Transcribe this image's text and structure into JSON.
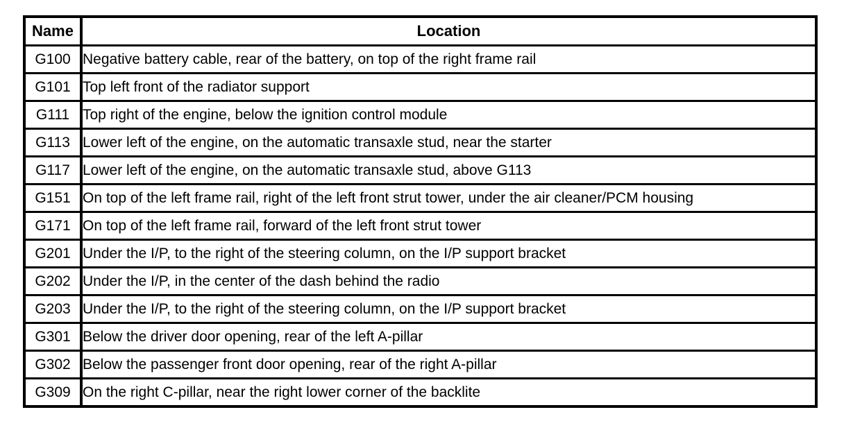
{
  "table": {
    "columns": [
      {
        "key": "name",
        "header": "Name",
        "align": "center"
      },
      {
        "key": "location",
        "header": "Location",
        "align": "center"
      }
    ],
    "rows": [
      {
        "name": "G100",
        "location": "Negative battery cable, rear of the battery, on top of the right frame rail"
      },
      {
        "name": "G101",
        "location": "Top left front of the radiator support"
      },
      {
        "name": "G111",
        "location": "Top right of the engine, below the ignition control module"
      },
      {
        "name": "G113",
        "location": "Lower left of the engine, on the automatic transaxle stud, near the starter"
      },
      {
        "name": "G117",
        "location": "Lower left of the engine, on the automatic transaxle stud, above G113"
      },
      {
        "name": "G151",
        "location": "On top of the left frame rail, right of the left front strut tower, under the air cleaner/PCM housing"
      },
      {
        "name": "G171",
        "location": "On top of the left frame rail, forward of the left front strut tower"
      },
      {
        "name": "G201",
        "location": "Under the I/P, to the right of the steering column, on the I/P support bracket"
      },
      {
        "name": "G202",
        "location": "Under the I/P, in the center of the dash behind the radio"
      },
      {
        "name": "G203",
        "location": "Under the I/P, to the right of the steering column, on the I/P support bracket"
      },
      {
        "name": "G301",
        "location": "Below the driver door opening, rear of the left A-pillar"
      },
      {
        "name": "G302",
        "location": "Below the passenger front door opening, rear of the right A-pillar"
      },
      {
        "name": "G309",
        "location": "On the right C-pillar, near the right lower corner of the backlite"
      }
    ]
  },
  "colors": {
    "border": "#000000",
    "background": "#ffffff",
    "text": "#000000"
  }
}
